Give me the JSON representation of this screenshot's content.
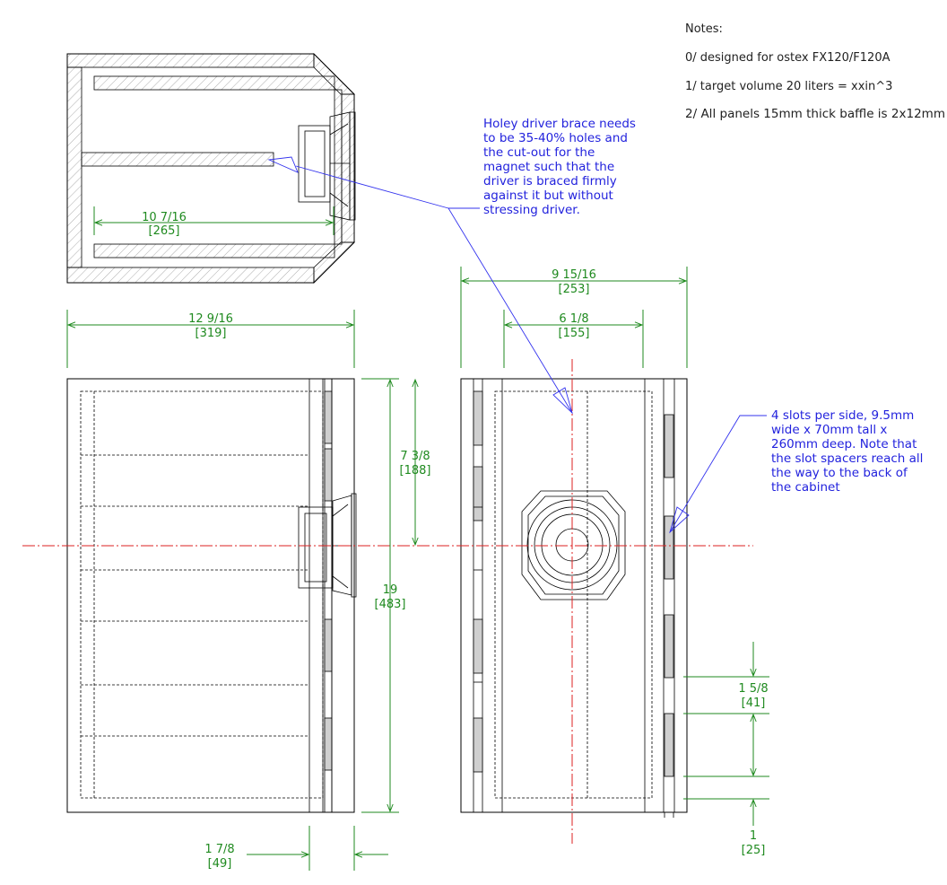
{
  "notes": {
    "heading": "Notes:",
    "items": [
      "0/ designed for ostex FX120/F120A",
      "1/ target volume 20 liters = xxin^3",
      "2/ All panels 15mm thick baffle is 2x12mm"
    ]
  },
  "callouts": {
    "brace": [
      "Holey driver brace needs",
      "to be 35-40% holes and",
      "the cut-out for the",
      "magnet such that the",
      "driver is braced firmly",
      "against it but without",
      "stressing driver."
    ],
    "slots": [
      "4 slots per side, 9.5mm",
      "wide x 70mm tall x",
      "260mm deep. Note that",
      "the slot spacers reach all",
      "the way to the back of",
      "the cabinet"
    ]
  },
  "dimensions": {
    "top_depth": {
      "imperial": "10 7/16",
      "metric": "[265]"
    },
    "side_depth": {
      "imperial": "12 9/16",
      "metric": "[319]"
    },
    "front_width": {
      "imperial": "9 15/16",
      "metric": "[253]"
    },
    "inner_width": {
      "imperial": "6 1/8",
      "metric": "[155]"
    },
    "driver_height": {
      "imperial": "7 3/8",
      "metric": "[188]"
    },
    "total_height": {
      "imperial": "19",
      "metric": "[483]"
    },
    "slot_pitch": {
      "imperial": "1 5/8",
      "metric": "[41]"
    },
    "slot_gap": {
      "imperial": "1",
      "metric": "[25]"
    },
    "baffle_depth": {
      "imperial": "1 7/8",
      "metric": "[49]"
    }
  },
  "colors": {
    "dimension": "#1f8a1f",
    "callout": "#2222dd",
    "centerline": "#dd2222",
    "slot_fill": "#cfcfcf",
    "outline": "#000000"
  }
}
